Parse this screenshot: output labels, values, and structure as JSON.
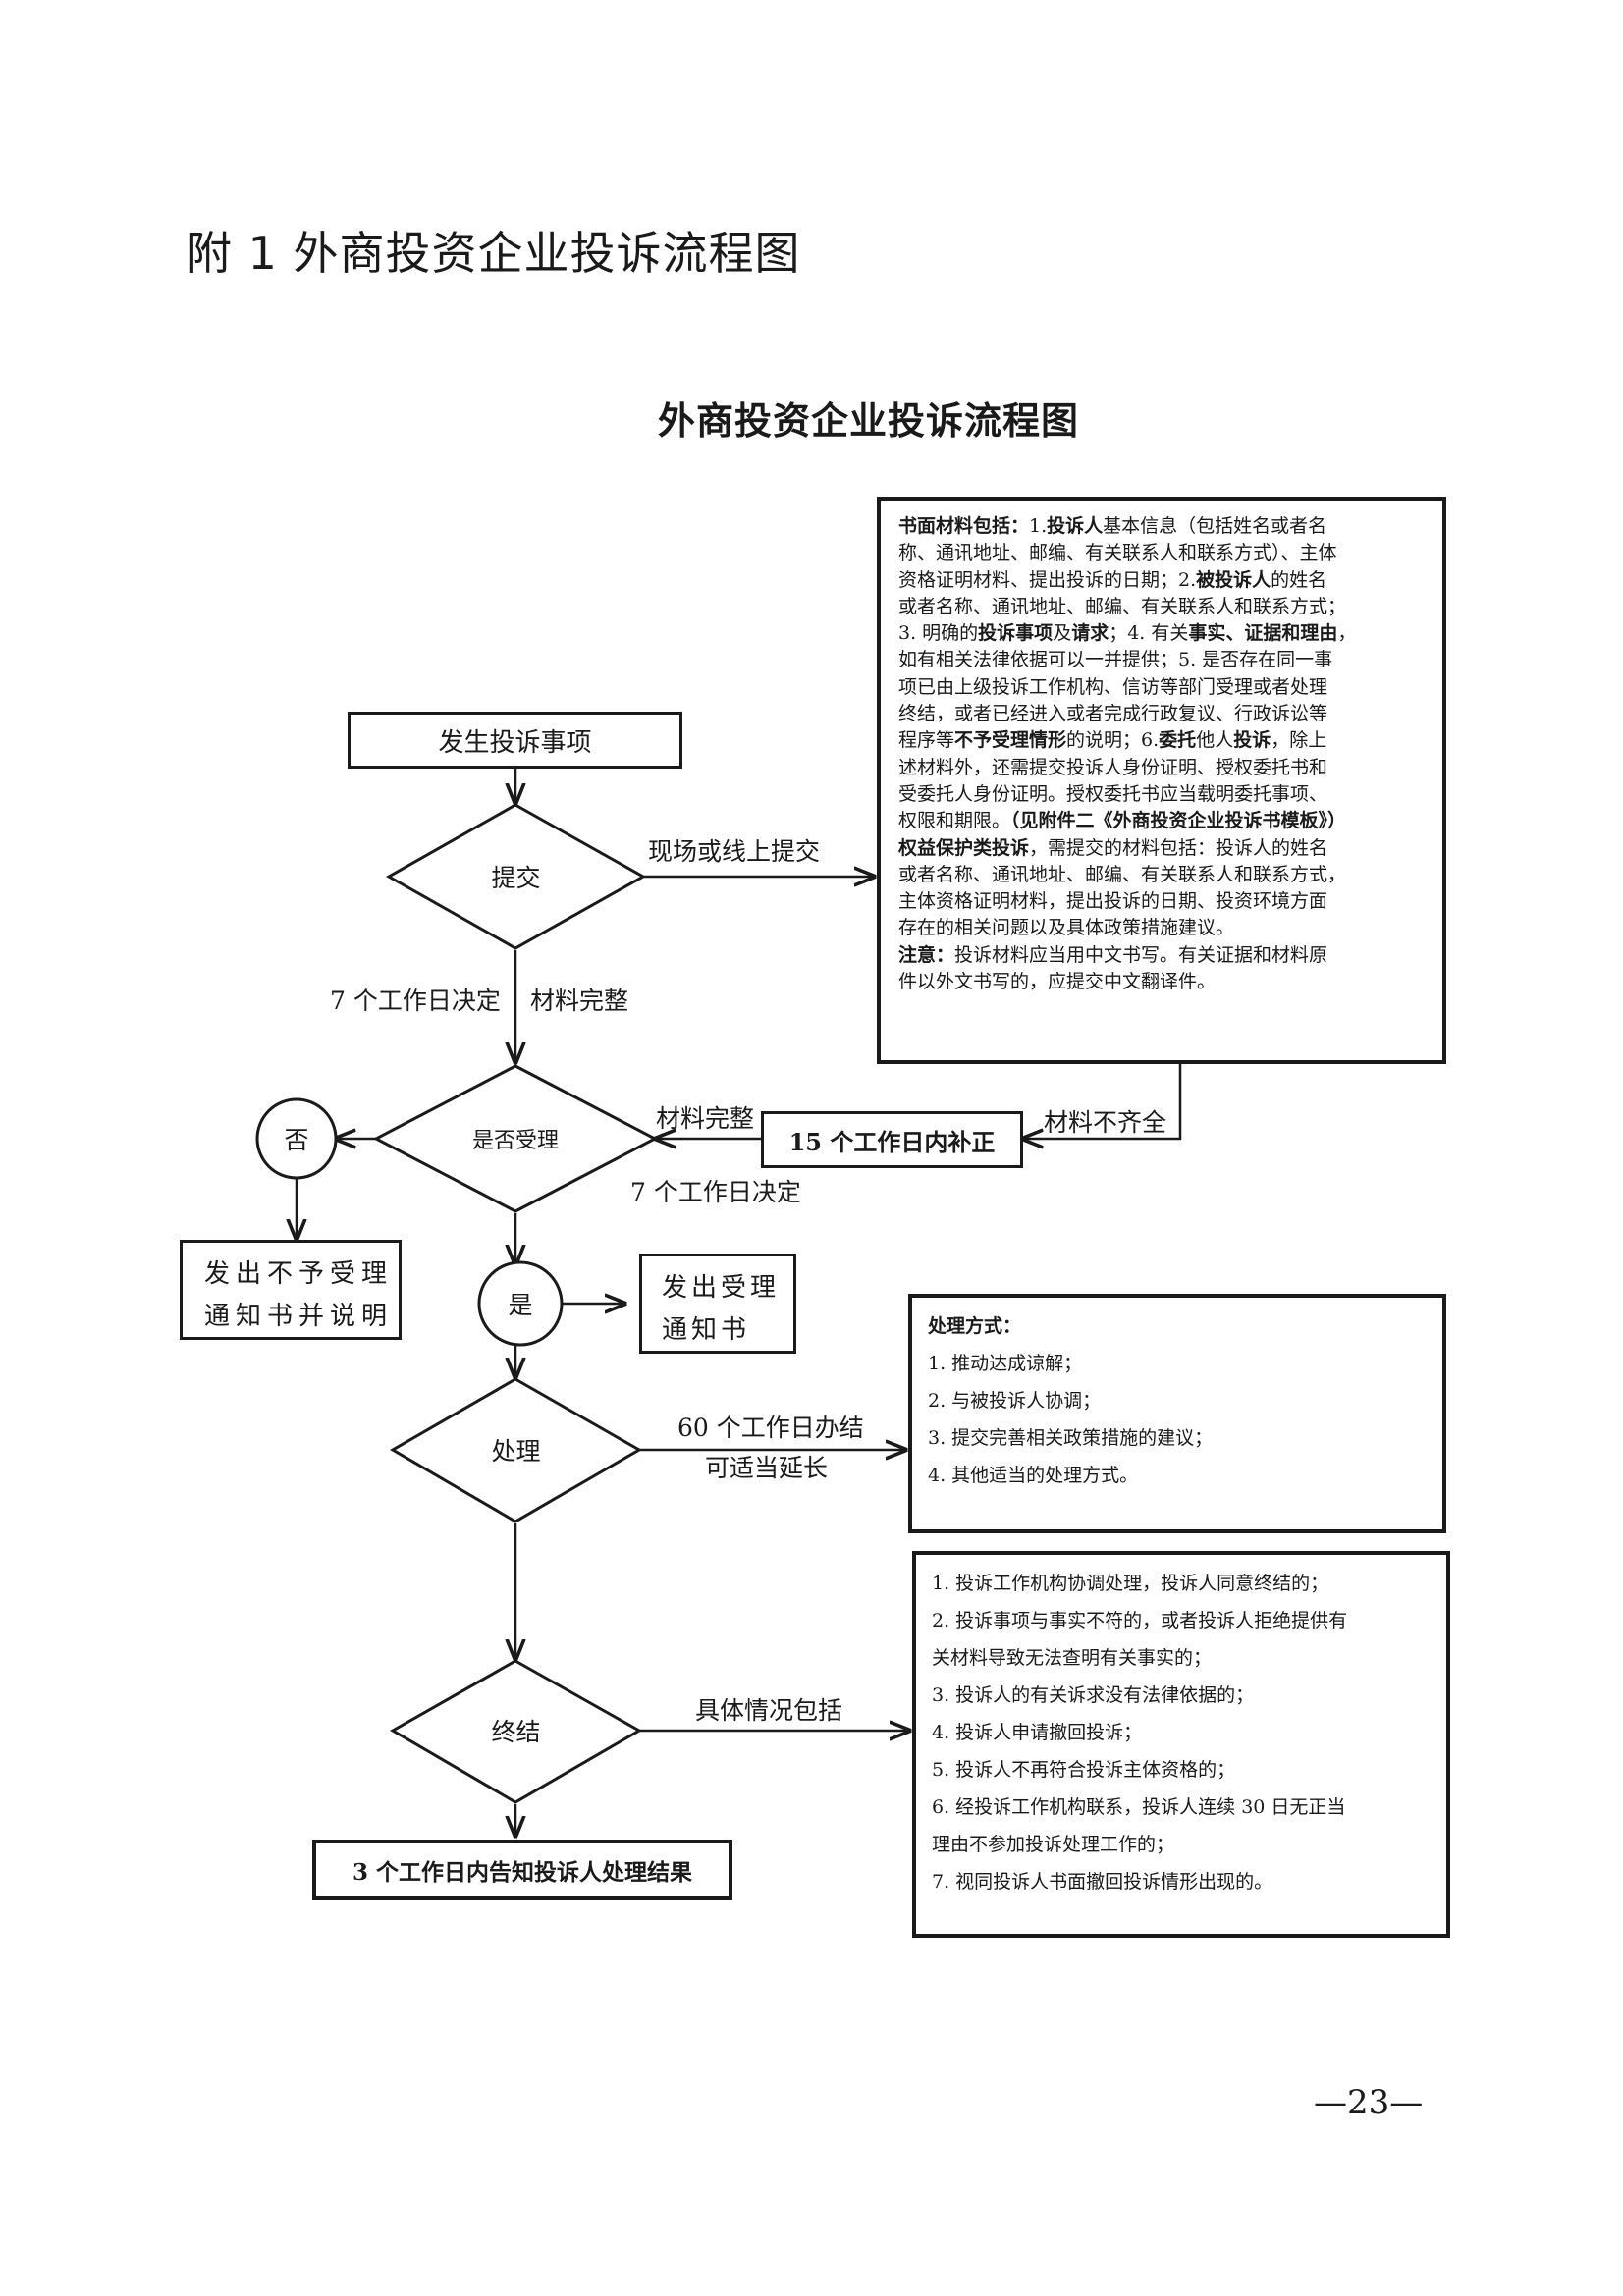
{
  "document": {
    "heading": "附 1 外商投资企业投诉流程图",
    "page_number": "—23—"
  },
  "flowchart": {
    "title": "外商投资企业投诉流程图",
    "nodes": {
      "start": "发生投诉事项",
      "submit": "提交",
      "accept_check": "是否受理",
      "no": "否",
      "yes": "是",
      "reject_notice": "发出不予受理通知书并说明",
      "accept_notice": "发出受理通知书",
      "supplement": "15 个工作日内补正",
      "handle": "处理",
      "conclude": "终结",
      "result": "3 个工作日内告知投诉人处理结果"
    },
    "edge_labels": {
      "onsite_online": "现场或线上提交",
      "seven_days_1": "7 个工作日决定",
      "complete_1": "材料完整",
      "complete_2": "材料完整",
      "incomplete": "材料不齐全",
      "seven_days_2": "7 个工作日决定",
      "sixty_days": "60 个工作日办结",
      "extendable": "可适当延长",
      "specifics": "具体情况包括"
    },
    "materials_note": {
      "l1_bold": "书面材料包括：",
      "l1_a": "1.",
      "l1_b_bold": "投诉人",
      "l1_c": "基本信息（包括姓名或者名",
      "l2": "称、通讯地址、邮编、有关联系人和联系方式）、主体",
      "l3_a": "资格证明材料、提出投诉的日期；2.",
      "l3_b_bold": "被投诉人",
      "l3_c": "的姓名",
      "l4": "或者名称、通讯地址、邮编、有关联系人和联系方式；",
      "l5_a": "3. 明确的",
      "l5_b_bold": "投诉事项",
      "l5_c": "及",
      "l5_d_bold": "请求",
      "l5_e": "；4. 有关",
      "l5_f_bold": "事实、证据和理由",
      "l5_g": "，",
      "l6": "如有相关法律依据可以一并提供；5. 是否存在同一事",
      "l7": "项已由上级投诉工作机构、信访等部门受理或者处理",
      "l8": "终结，或者已经进入或者完成行政复议、行政诉讼等",
      "l9_a": "程序等",
      "l9_b_bold": "不予受理情形",
      "l9_c": "的说明；6.",
      "l9_d_bold": "委托",
      "l9_e": "他人",
      "l9_f_bold": "投诉",
      "l9_g": "，除上",
      "l10": "述材料外，还需提交投诉人身份证明、授权委托书和",
      "l11": "受委托人身份证明。授权委托书应当载明委托事项、",
      "l12_a": "权限和期限。",
      "l12_b_bold": "（见附件二《外商投资企业投诉书模板》）",
      "l13_a_bold": "权益保护类投诉",
      "l13_b": "，需提交的材料包括：投诉人的姓名",
      "l14": "或者名称、通讯地址、邮编、有关联系人和联系方式，",
      "l15": "主体资格证明材料，提出投诉的日期、投资环境方面",
      "l16": "存在的相关问题以及具体政策措施建议。",
      "l17_a_bold": "注意：",
      "l17_b": "投诉材料应当用中文书写。有关证据和材料原",
      "l18": "件以外文书写的，应提交中文翻译件。"
    },
    "handling_methods": {
      "title": "处理方式：",
      "items": [
        "1.  推动达成谅解；",
        "2.  与被投诉人协调；",
        "3.  提交完善相关政策措施的建议；",
        "4.  其他适当的处理方式。"
      ]
    },
    "conclusion_cases": {
      "items": [
        "1.  投诉工作机构协调处理，投诉人同意终结的；",
        "2.  投诉事项与事实不符的，或者投诉人拒绝提供有",
        "关材料导致无法查明有关事实的；",
        "3.  投诉人的有关诉求没有法律依据的；",
        "4.  投诉人申请撤回投诉；",
        "5.  投诉人不再符合投诉主体资格的；",
        "6.  经投诉工作机构联系，投诉人连续 30 日无正当",
        "理由不参加投诉处理工作的；",
        "7.  视同投诉人书面撤回投诉情形出现的。"
      ]
    }
  }
}
